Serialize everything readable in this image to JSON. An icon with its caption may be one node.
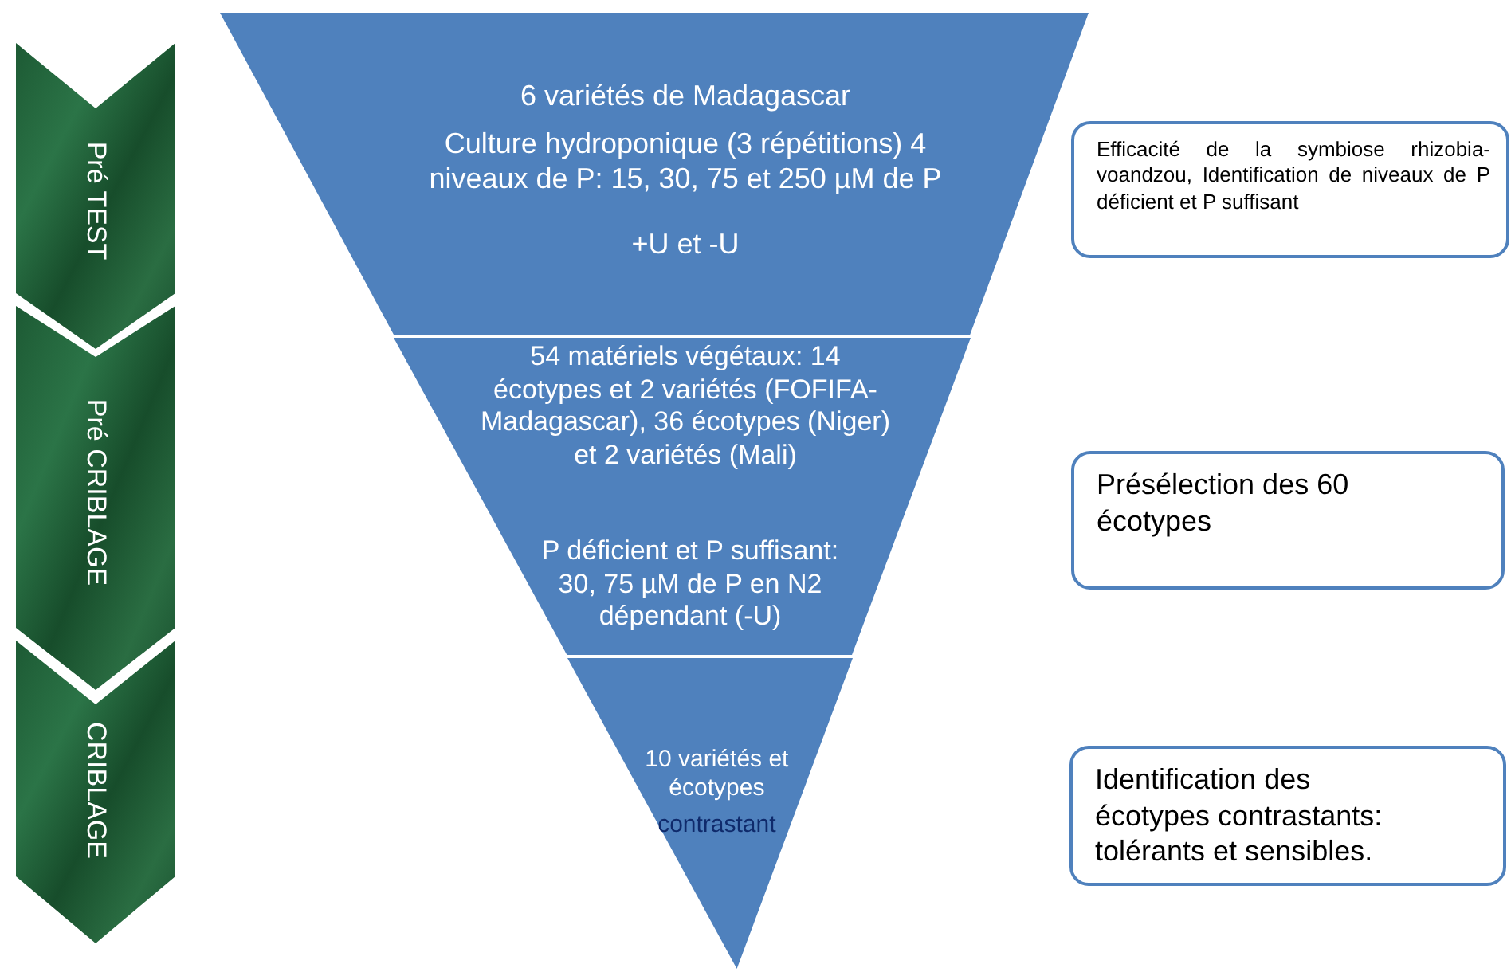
{
  "diagram": {
    "nodes": [
      {
        "text": [
          "Pré TEST"
        ]
      },
      {
        "text": [
          "Pré CRIBLAGE"
        ]
      },
      {
        "text": [
          "CRIBLAGE"
        ]
      },
      {
        "text": [
          "6 variétés de Madagascar",
          "Culture hydroponique (3 répétitions) 4 niveaux de P: 15, 30, 75 et 250 µM de P",
          "+U et -U"
        ]
      },
      {
        "text": [
          "54 matériels végétaux: 14 écotypes et 2 variétés (FOFIFA-Madagascar), 36 écotypes (Niger) et 2 variétés (Mali)",
          "P déficient et P suffisant: 30, 75 µM de P en N2 dépendant (-U)"
        ]
      },
      {
        "text": [
          "10 variétés et écotypes",
          "contrastant"
        ]
      },
      {
        "text": [
          "Efficacité de la symbiose rhizobia-voandzou, Identification de niveaux de P déficient et P suffisant"
        ]
      },
      {
        "text": [
          "Présélection des 60 écotypes"
        ]
      },
      {
        "text": [
          "Identification des écotypes contrastants: tolérants et sensibles."
        ]
      }
    ]
  }
}
